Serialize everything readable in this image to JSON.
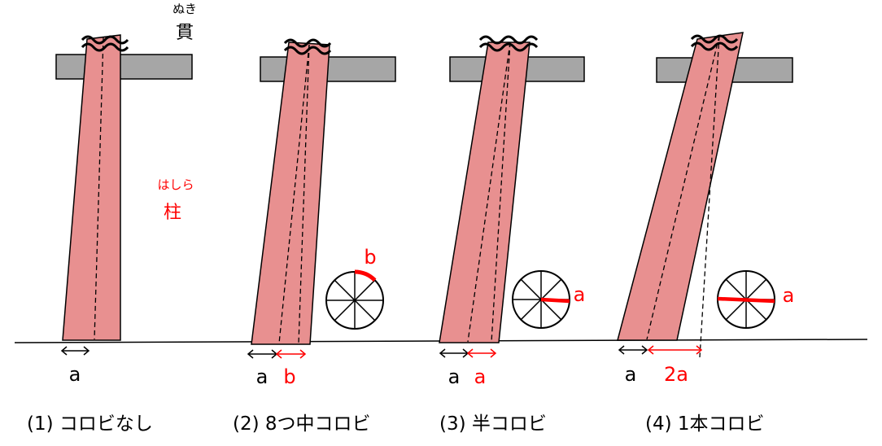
{
  "labels": {
    "nuki_ruby": "ぬき",
    "nuki": "貫",
    "hashira_ruby": "はしら",
    "hashira": "柱"
  },
  "panels": [
    {
      "caption": "(1) コロビなし",
      "dims": [
        "a"
      ],
      "marker": ""
    },
    {
      "caption": "(2) 8つ中コロビ",
      "dims": [
        "a",
        "b"
      ],
      "marker": "b"
    },
    {
      "caption": "(3) 半コロビ",
      "dims": [
        "a",
        "a"
      ],
      "marker": "a"
    },
    {
      "caption": "(4) 1本コロビ",
      "dims": [
        "a",
        "2a"
      ],
      "marker": "a"
    }
  ],
  "colors": {
    "pillar": "#e89090",
    "beam": "#a6a6a6",
    "accent": "#ff0000",
    "ink": "#000000"
  }
}
